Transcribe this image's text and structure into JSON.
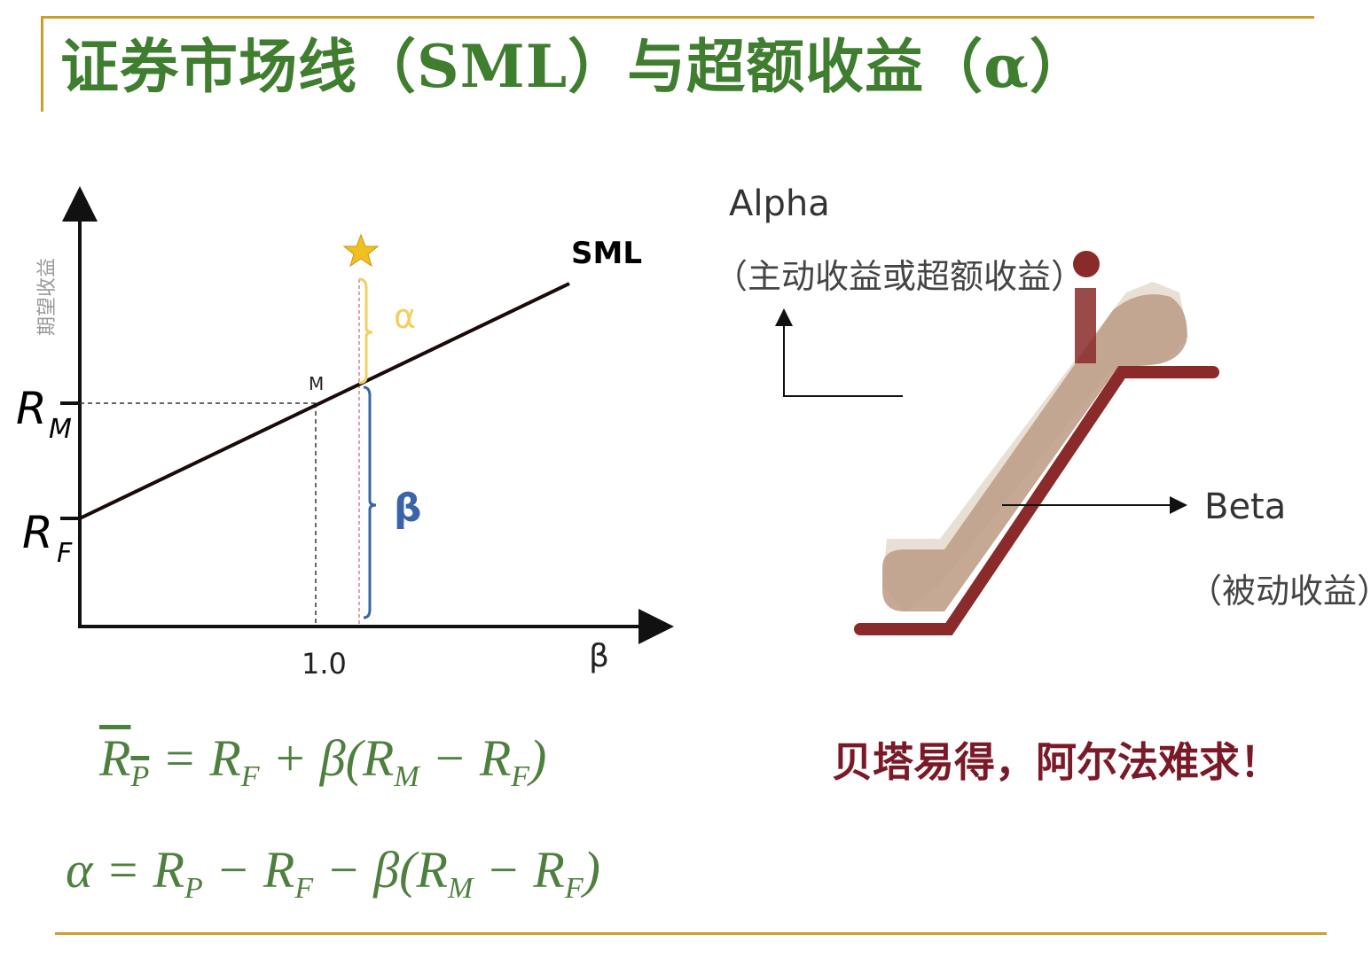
{
  "title": "证券市场线（SML）与超额收益（α）",
  "colors": {
    "title": "#3f7d2f",
    "rule": "#c8a028",
    "slogan": "#7a1a28",
    "formula": "#4f7f3f",
    "alpha": "#f0d060",
    "beta_brace": "#3b64a8",
    "escalator_dark": "#8a2a2a",
    "escalator_body": "#c0a08a"
  },
  "diagram": {
    "y_axis_label": "期望收益",
    "x_axis_label": "β",
    "x_tick": "1.0",
    "rm_label": "R",
    "rm_sub": "M",
    "rf_label": "R",
    "rf_sub": "F",
    "market_point": "M",
    "line_label": "SML",
    "alpha_label": "α",
    "beta_label": "β",
    "star_icon": "star-icon"
  },
  "escalator": {
    "alpha_title": "Alpha",
    "alpha_sub": "（主动收益或超额收益）",
    "beta_title": "Beta",
    "beta_sub": "（被动收益）"
  },
  "formulas": {
    "f1": {
      "lhs": "R",
      "lhs_sub": "P",
      "rhs": "= R",
      "s1": "F",
      "mid": " + β(R",
      "s2": "M",
      "mid2": " − R",
      "s3": "F",
      "end": ")"
    },
    "f2": {
      "lhs": "α = R",
      "s0": "P",
      "a": " − R",
      "s1": "F",
      "b": " − β(R",
      "s2": "M",
      "c": " − R",
      "s3": "F",
      "end": ")"
    }
  },
  "slogan": "贝塔易得，阿尔法难求！"
}
